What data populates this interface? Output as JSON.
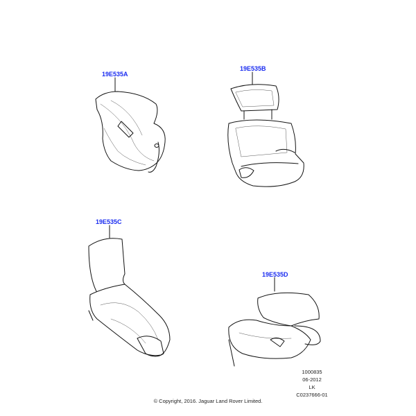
{
  "callouts": {
    "a": "19E535A",
    "b": "19E535B",
    "c": "19E535C",
    "d": "19E535D"
  },
  "meta": {
    "number": "1000835",
    "date": "06-2012",
    "initials": "LK",
    "code": "C0237666-01"
  },
  "copyright": "© Copyright, 2016. Jaguar Land Rover Limited.",
  "colors": {
    "callout": "#1a2cf0",
    "line": "#111111"
  }
}
